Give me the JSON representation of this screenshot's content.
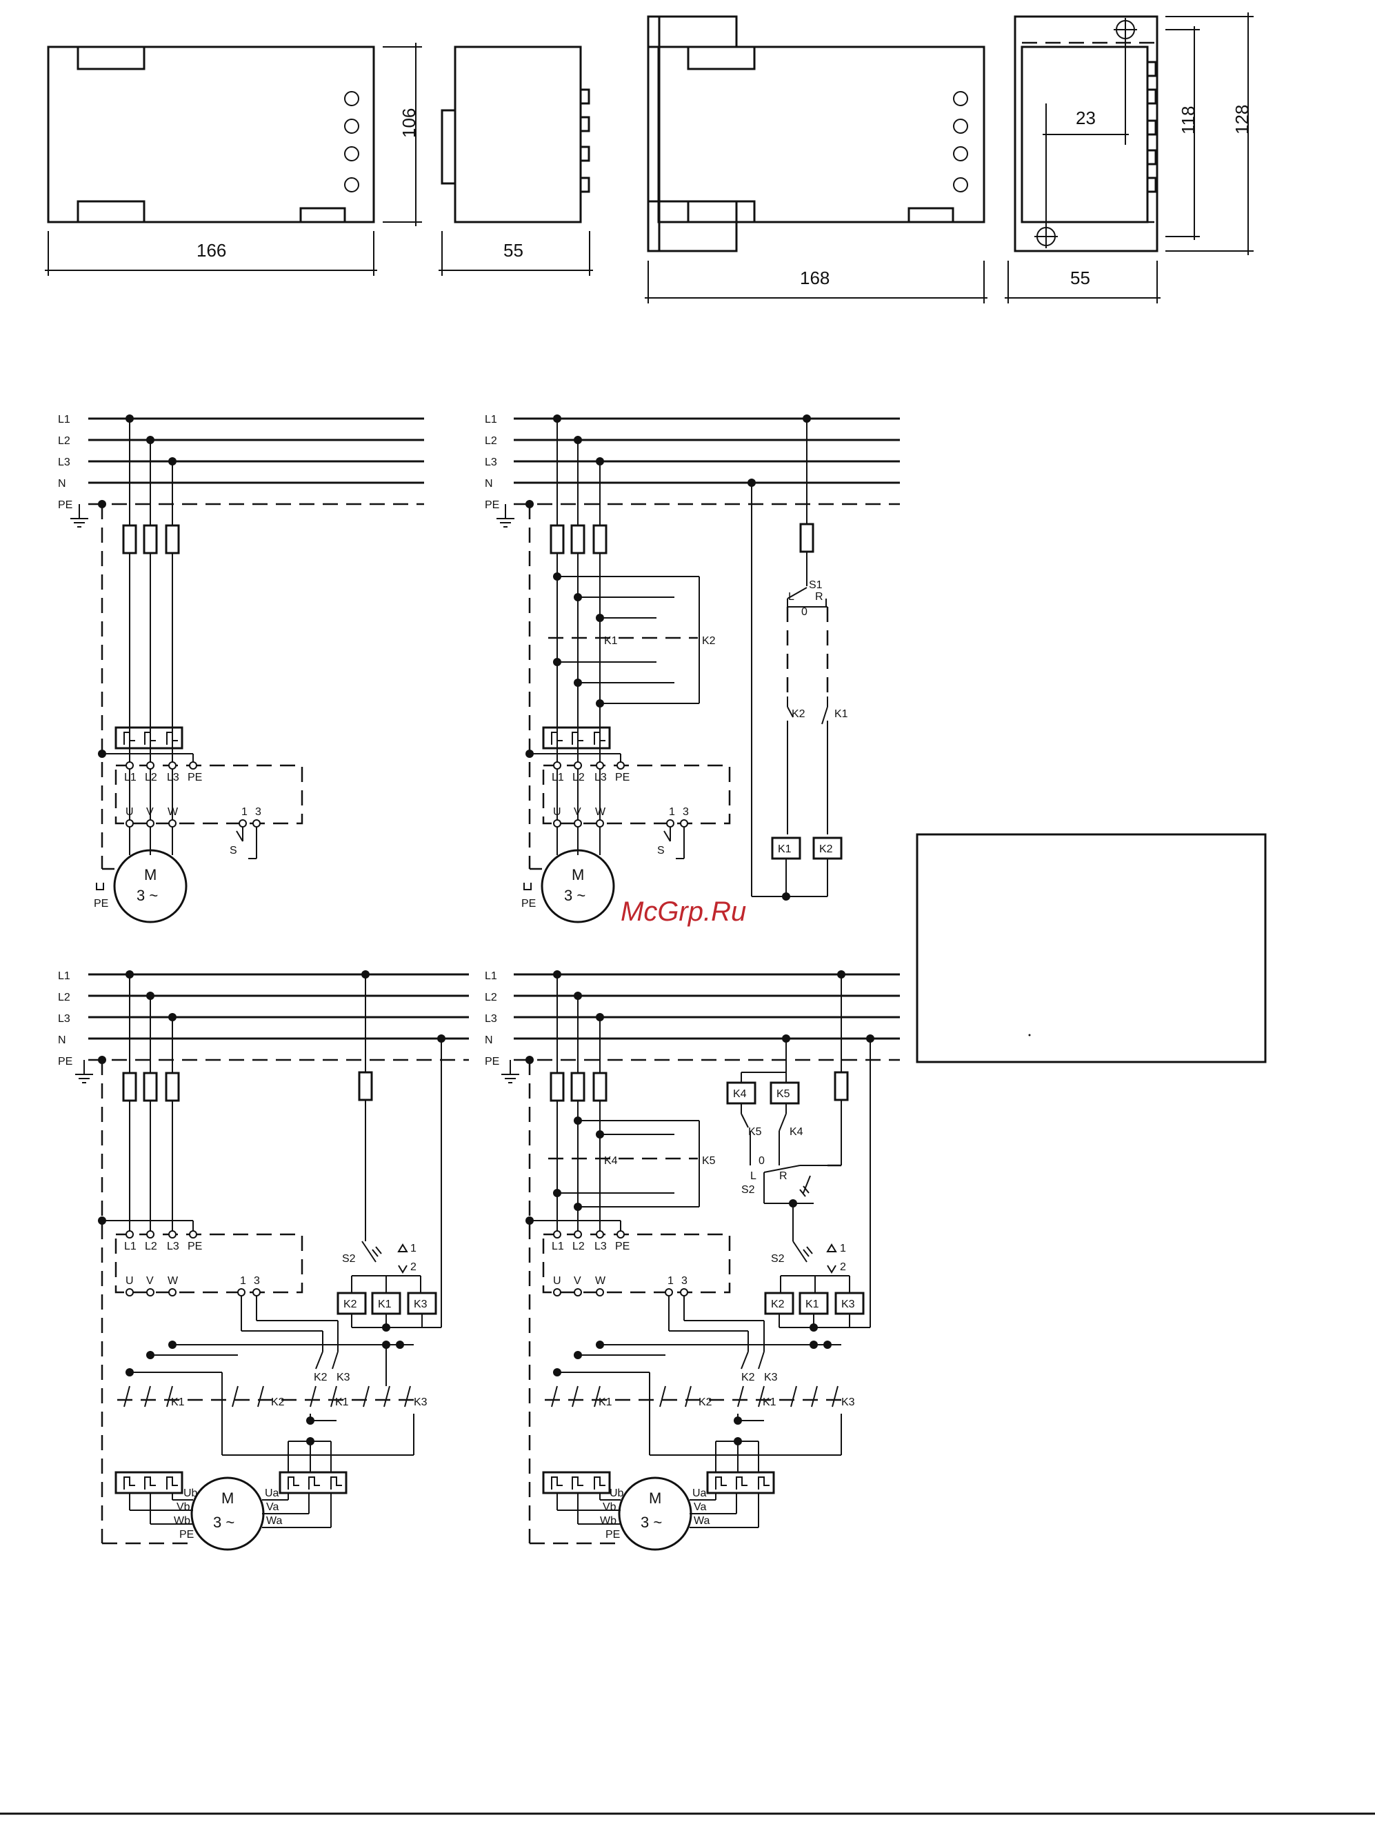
{
  "dimensions": {
    "front_width": "166",
    "front_height": "106",
    "side_width": "55",
    "front2_width": "168",
    "side2_width": "55",
    "hole_spacing": "23",
    "inner_height": "118",
    "outer_height": "128"
  },
  "bus_labels": [
    "L1",
    "L2",
    "L3",
    "N",
    "PE"
  ],
  "terminal_labels": [
    "L1",
    "L2",
    "L3",
    "PE",
    "U",
    "V",
    "W",
    "1",
    "3"
  ],
  "motor": {
    "name": "M",
    "phases": "3 ~",
    "phases_star_delta": "3 ~"
  },
  "device_labels": {
    "switch": "S",
    "pe": "PE",
    "k1": "K1",
    "k2": "K2",
    "k3": "K3",
    "k4": "K4",
    "k5": "K5",
    "s1": "S1",
    "s2": "S2",
    "left": "L",
    "right": "R",
    "zero": "0",
    "pos1": "1",
    "pos2": "2",
    "ua": "Ua",
    "va": "Va",
    "wa": "Wa",
    "ub": "Ub",
    "vb": "Vb",
    "wb": "Wb"
  },
  "watermark": "McGrp.Ru",
  "colors": {
    "ink": "#111111",
    "watermark": "#c0272d",
    "paper": "#ffffff"
  }
}
